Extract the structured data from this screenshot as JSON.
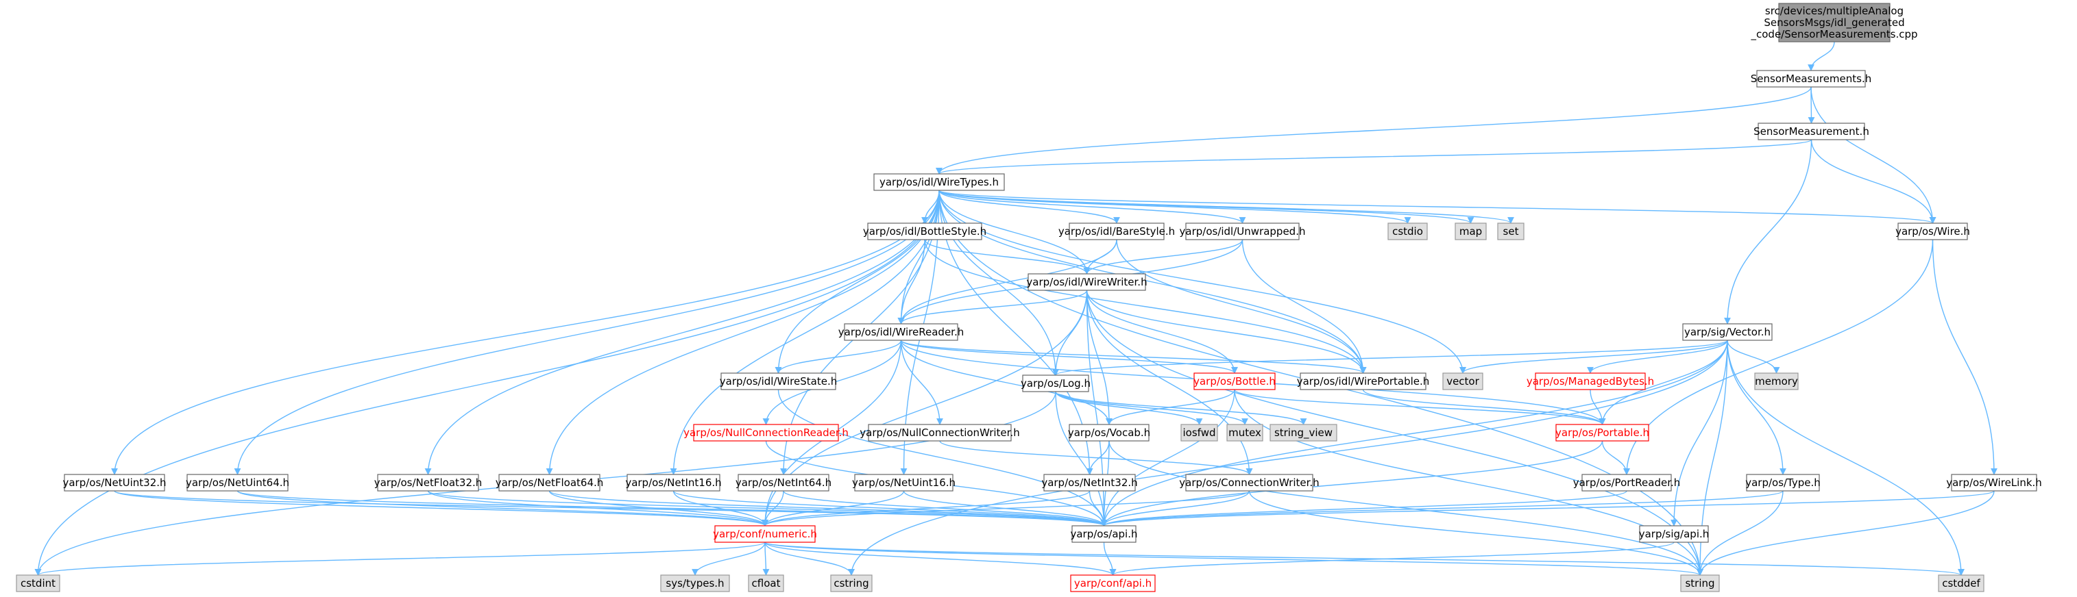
{
  "graph": {
    "nodes": [
      {
        "id": "root",
        "lines": [
          "src/devices/multipleAnalog",
          "SensorsMsgs/idl_generated",
          "_code/SensorMeasurements.cpp"
        ],
        "style": "root"
      },
      {
        "id": "sms",
        "lines": [
          "SensorMeasurements.h"
        ],
        "style": "normal"
      },
      {
        "id": "sm",
        "lines": [
          "SensorMeasurement.h"
        ],
        "style": "normal"
      },
      {
        "id": "wt",
        "lines": [
          "yarp/os/idl/WireTypes.h"
        ],
        "style": "normal"
      },
      {
        "id": "wire",
        "lines": [
          "yarp/os/Wire.h"
        ],
        "style": "normal"
      },
      {
        "id": "vector",
        "lines": [
          "yarp/sig/Vector.h"
        ],
        "style": "normal"
      },
      {
        "id": "bstyle",
        "lines": [
          "yarp/os/idl/BottleStyle.h"
        ],
        "style": "normal"
      },
      {
        "id": "bare",
        "lines": [
          "yarp/os/idl/BareStyle.h"
        ],
        "style": "normal"
      },
      {
        "id": "unwrap",
        "lines": [
          "yarp/os/idl/Unwrapped.h"
        ],
        "style": "normal"
      },
      {
        "id": "cstdio",
        "lines": [
          "cstdio"
        ],
        "style": "external"
      },
      {
        "id": "map",
        "lines": [
          "map"
        ],
        "style": "external"
      },
      {
        "id": "set",
        "lines": [
          "set"
        ],
        "style": "external"
      },
      {
        "id": "ww",
        "lines": [
          "yarp/os/idl/WireWriter.h"
        ],
        "style": "normal"
      },
      {
        "id": "wr",
        "lines": [
          "yarp/os/idl/WireReader.h"
        ],
        "style": "normal"
      },
      {
        "id": "ws",
        "lines": [
          "yarp/os/idl/WireState.h"
        ],
        "style": "normal"
      },
      {
        "id": "log",
        "lines": [
          "yarp/os/Log.h"
        ],
        "style": "normal"
      },
      {
        "id": "bottle",
        "lines": [
          "yarp/os/Bottle.h"
        ],
        "style": "truncated"
      },
      {
        "id": "wp",
        "lines": [
          "yarp/os/idl/WirePortable.h"
        ],
        "style": "normal"
      },
      {
        "id": "vectorstd",
        "lines": [
          "vector"
        ],
        "style": "external"
      },
      {
        "id": "memory",
        "lines": [
          "memory"
        ],
        "style": "external"
      },
      {
        "id": "mbytes",
        "lines": [
          "yarp/os/ManagedBytes.h"
        ],
        "style": "truncated"
      },
      {
        "id": "ncr",
        "lines": [
          "yarp/os/NullConnectionReader.h"
        ],
        "style": "truncated"
      },
      {
        "id": "ncw",
        "lines": [
          "yarp/os/NullConnectionWriter.h"
        ],
        "style": "normal"
      },
      {
        "id": "vocab",
        "lines": [
          "yarp/os/Vocab.h"
        ],
        "style": "normal"
      },
      {
        "id": "iosfwd",
        "lines": [
          "iosfwd"
        ],
        "style": "external"
      },
      {
        "id": "mutex",
        "lines": [
          "mutex"
        ],
        "style": "external"
      },
      {
        "id": "sview",
        "lines": [
          "string_view"
        ],
        "style": "external"
      },
      {
        "id": "portable",
        "lines": [
          "yarp/os/Portable.h"
        ],
        "style": "truncated"
      },
      {
        "id": "nu32",
        "lines": [
          "yarp/os/NetUint32.h"
        ],
        "style": "normal"
      },
      {
        "id": "nu64",
        "lines": [
          "yarp/os/NetUint64.h"
        ],
        "style": "normal"
      },
      {
        "id": "nf32",
        "lines": [
          "yarp/os/NetFloat32.h"
        ],
        "style": "normal"
      },
      {
        "id": "nf64",
        "lines": [
          "yarp/os/NetFloat64.h"
        ],
        "style": "normal"
      },
      {
        "id": "ni16",
        "lines": [
          "yarp/os/NetInt16.h"
        ],
        "style": "normal"
      },
      {
        "id": "ni64",
        "lines": [
          "yarp/os/NetInt64.h"
        ],
        "style": "normal"
      },
      {
        "id": "nu16",
        "lines": [
          "yarp/os/NetUint16.h"
        ],
        "style": "normal"
      },
      {
        "id": "ni32",
        "lines": [
          "yarp/os/NetInt32.h"
        ],
        "style": "normal"
      },
      {
        "id": "cw",
        "lines": [
          "yarp/os/ConnectionWriter.h"
        ],
        "style": "normal"
      },
      {
        "id": "preader",
        "lines": [
          "yarp/os/PortReader.h"
        ],
        "style": "normal"
      },
      {
        "id": "type",
        "lines": [
          "yarp/os/Type.h"
        ],
        "style": "normal"
      },
      {
        "id": "wlink",
        "lines": [
          "yarp/os/WireLink.h"
        ],
        "style": "normal"
      },
      {
        "id": "numeric",
        "lines": [
          "yarp/conf/numeric.h"
        ],
        "style": "truncated"
      },
      {
        "id": "osapi",
        "lines": [
          "yarp/os/api.h"
        ],
        "style": "normal"
      },
      {
        "id": "sigapi",
        "lines": [
          "yarp/sig/api.h"
        ],
        "style": "normal"
      },
      {
        "id": "cstdint",
        "lines": [
          "cstdint"
        ],
        "style": "external"
      },
      {
        "id": "systypes",
        "lines": [
          "sys/types.h"
        ],
        "style": "external"
      },
      {
        "id": "cfloat",
        "lines": [
          "cfloat"
        ],
        "style": "external"
      },
      {
        "id": "cstring",
        "lines": [
          "cstring"
        ],
        "style": "external"
      },
      {
        "id": "confapi",
        "lines": [
          "yarp/conf/api.h"
        ],
        "style": "truncated"
      },
      {
        "id": "string",
        "lines": [
          "string"
        ],
        "style": "external"
      },
      {
        "id": "cstddef",
        "lines": [
          "cstddef"
        ],
        "style": "external"
      }
    ],
    "edges": [
      [
        "root",
        "sms"
      ],
      [
        "sms",
        "sm"
      ],
      [
        "sms",
        "wt"
      ],
      [
        "sms",
        "wire"
      ],
      [
        "sm",
        "wt"
      ],
      [
        "sm",
        "wire"
      ],
      [
        "sm",
        "vector"
      ],
      [
        "wt",
        "cstdint"
      ],
      [
        "wt",
        "nu32"
      ],
      [
        "wt",
        "nu64"
      ],
      [
        "wt",
        "nf32"
      ],
      [
        "wt",
        "nf64"
      ],
      [
        "wt",
        "ni16"
      ],
      [
        "wt",
        "ni64"
      ],
      [
        "wt",
        "nu16"
      ],
      [
        "wt",
        "ni32"
      ],
      [
        "wt",
        "ws"
      ],
      [
        "wt",
        "log"
      ],
      [
        "wt",
        "wr"
      ],
      [
        "wt",
        "bstyle"
      ],
      [
        "wt",
        "ww"
      ],
      [
        "wt",
        "bare"
      ],
      [
        "wt",
        "unwrap"
      ],
      [
        "wt",
        "wp"
      ],
      [
        "wt",
        "vectorstd"
      ],
      [
        "wt",
        "cstdio"
      ],
      [
        "wt",
        "map"
      ],
      [
        "wt",
        "set"
      ],
      [
        "wt",
        "wire"
      ],
      [
        "wt",
        "string"
      ],
      [
        "bstyle",
        "wr"
      ],
      [
        "bstyle",
        "ww"
      ],
      [
        "bstyle",
        "wp"
      ],
      [
        "bare",
        "wr"
      ],
      [
        "bare",
        "ww"
      ],
      [
        "bare",
        "wp"
      ],
      [
        "unwrap",
        "wr"
      ],
      [
        "unwrap",
        "ww"
      ],
      [
        "unwrap",
        "wp"
      ],
      [
        "ww",
        "wr"
      ],
      [
        "ww",
        "numeric"
      ],
      [
        "ww",
        "bottle"
      ],
      [
        "ww",
        "wp"
      ],
      [
        "ww",
        "vocab"
      ],
      [
        "ww",
        "log"
      ],
      [
        "ww",
        "cw"
      ],
      [
        "ww",
        "string"
      ],
      [
        "ww",
        "osapi"
      ],
      [
        "wr",
        "ws"
      ],
      [
        "wr",
        "ncr"
      ],
      [
        "wr",
        "ncw"
      ],
      [
        "wr",
        "bottle"
      ],
      [
        "wr",
        "wp"
      ],
      [
        "wr",
        "vocab"
      ],
      [
        "wr",
        "numeric"
      ],
      [
        "wr",
        "portable"
      ],
      [
        "ws",
        "osapi"
      ],
      [
        "log",
        "cstdint"
      ],
      [
        "log",
        "iosfwd"
      ],
      [
        "log",
        "mutex"
      ],
      [
        "log",
        "sview"
      ],
      [
        "log",
        "osapi"
      ],
      [
        "bottle",
        "vocab"
      ],
      [
        "bottle",
        "portable"
      ],
      [
        "bottle",
        "string"
      ],
      [
        "bottle",
        "osapi"
      ],
      [
        "wp",
        "portable"
      ],
      [
        "vector",
        "log"
      ],
      [
        "vector",
        "vectorstd"
      ],
      [
        "vector",
        "memory"
      ],
      [
        "vector",
        "mbytes"
      ],
      [
        "vector",
        "portable"
      ],
      [
        "vector",
        "type"
      ],
      [
        "vector",
        "sigapi"
      ],
      [
        "vector",
        "cstddef"
      ],
      [
        "vector",
        "string"
      ],
      [
        "vector",
        "cstring"
      ],
      [
        "vector",
        "osapi"
      ],
      [
        "mbytes",
        "portable"
      ],
      [
        "ncr",
        "osapi"
      ],
      [
        "ncw",
        "cw"
      ],
      [
        "vocab",
        "ni32"
      ],
      [
        "vocab",
        "osapi"
      ],
      [
        "vocab",
        "string"
      ],
      [
        "portable",
        "preader"
      ],
      [
        "portable",
        "osapi"
      ],
      [
        "nu32",
        "numeric"
      ],
      [
        "nu32",
        "osapi"
      ],
      [
        "nu64",
        "numeric"
      ],
      [
        "nu64",
        "osapi"
      ],
      [
        "nf32",
        "numeric"
      ],
      [
        "nf32",
        "osapi"
      ],
      [
        "nf64",
        "numeric"
      ],
      [
        "nf64",
        "osapi"
      ],
      [
        "ni16",
        "numeric"
      ],
      [
        "ni16",
        "osapi"
      ],
      [
        "ni64",
        "numeric"
      ],
      [
        "ni64",
        "osapi"
      ],
      [
        "nu16",
        "numeric"
      ],
      [
        "nu16",
        "osapi"
      ],
      [
        "ni32",
        "numeric"
      ],
      [
        "ni32",
        "osapi"
      ],
      [
        "cw",
        "numeric"
      ],
      [
        "cw",
        "osapi"
      ],
      [
        "cw",
        "string"
      ],
      [
        "preader",
        "osapi"
      ],
      [
        "type",
        "osapi"
      ],
      [
        "type",
        "string"
      ],
      [
        "wire",
        "preader"
      ],
      [
        "wire",
        "wlink"
      ],
      [
        "wlink",
        "osapi"
      ],
      [
        "wlink",
        "string"
      ],
      [
        "sigapi",
        "confapi"
      ],
      [
        "numeric",
        "cstdint"
      ],
      [
        "numeric",
        "systypes"
      ],
      [
        "numeric",
        "cfloat"
      ],
      [
        "numeric",
        "cstring"
      ],
      [
        "numeric",
        "confapi"
      ],
      [
        "numeric",
        "cstddef"
      ],
      [
        "numeric",
        "string"
      ],
      [
        "osapi",
        "confapi"
      ]
    ]
  },
  "colors": {
    "edge": "#63b8ff",
    "root_fill": "#999999",
    "external_fill": "#e0e0e0",
    "external_stroke": "#999999",
    "truncated_stroke": "#ff0000",
    "normal_stroke": "#666666",
    "text_normal": "#000000",
    "text_truncated": "#ff0000"
  }
}
